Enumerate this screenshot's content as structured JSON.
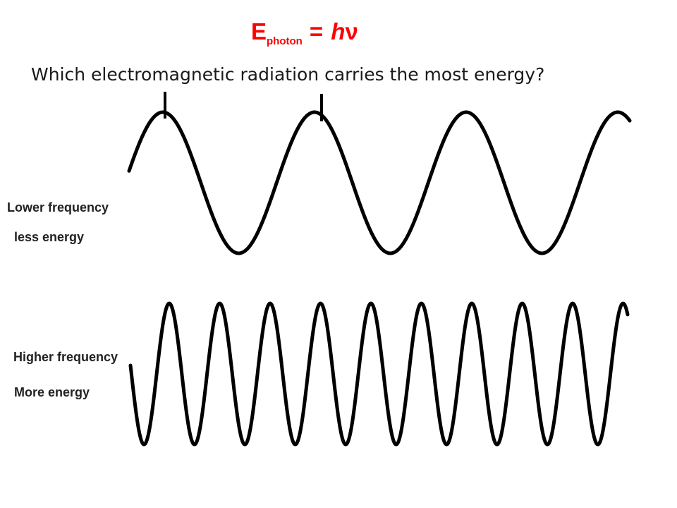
{
  "equation": {
    "symbol": "E",
    "subscript": "photon",
    "equals": "=",
    "h": "h",
    "nu": "ν",
    "color": "#ff0000"
  },
  "question": "Which electromagnetic radiation carries the most energy?",
  "labels": {
    "lower_frequency": "Lower frequency",
    "less_energy": "less energy",
    "higher_frequency": "Higher frequency",
    "more_energy": "More energy"
  },
  "wave_color": "#000000"
}
